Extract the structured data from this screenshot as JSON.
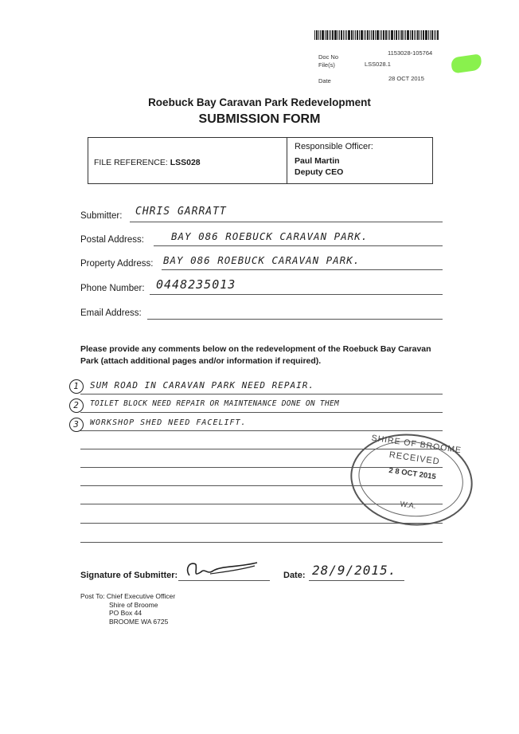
{
  "header": {
    "doc_no_label": "Doc No",
    "doc_no_value": "1153028-105764",
    "files_label": "File(s)",
    "files_value": "LSS028.1",
    "date_label": "Date",
    "date_value": "28 OCT 2015",
    "highlight_color": "#7cf03a"
  },
  "title": {
    "line1": "Roebuck Bay Caravan Park Redevelopment",
    "line2": "SUBMISSION FORM"
  },
  "reference_box": {
    "file_ref_label": "FILE REFERENCE:",
    "file_ref_value": "LSS028",
    "officer_label": "Responsible Officer:",
    "officer_name": "Paul Martin",
    "officer_title": "Deputy CEO"
  },
  "fields": {
    "submitter_label": "Submitter:",
    "submitter_value": "CHRIS GARRATT",
    "postal_label": "Postal Address:",
    "postal_value": "BAY 086  ROEBUCK CARAVAN PARK.",
    "property_label": "Property Address:",
    "property_value": "BAY 086  ROEBUCK CARAVAN PARK.",
    "phone_label": "Phone Number:",
    "phone_value": "0448235013",
    "email_label": "Email Address:"
  },
  "instructions": "Please provide any comments below on the redevelopment of the Roebuck Bay Caravan Park (attach additional pages and/or information if required).",
  "comments": [
    {
      "num": "1",
      "text": "SUM ROAD IN CARAVAN PARK NEED REPAIR."
    },
    {
      "num": "2",
      "text": "TOILET BLOCK NEED REPAIR OR MAINTENANCE DONE ON THEM"
    },
    {
      "num": "3",
      "text": "WORKSHOP SHED NEED FACELIFT."
    }
  ],
  "stamp": {
    "top_text": "SHIRE  OF  BROOME",
    "received": "RECEIVED",
    "date": "2 8  OCT  2015",
    "bottom": "W.A."
  },
  "signature": {
    "label": "Signature of Submitter:",
    "date_label": "Date:",
    "date_value": "28/9/2015."
  },
  "post_to": {
    "line1": "Post To: Chief Executive Officer",
    "line2": "Shire of Broome",
    "line3": "PO Box 44",
    "line4": "BROOME  WA  6725"
  }
}
